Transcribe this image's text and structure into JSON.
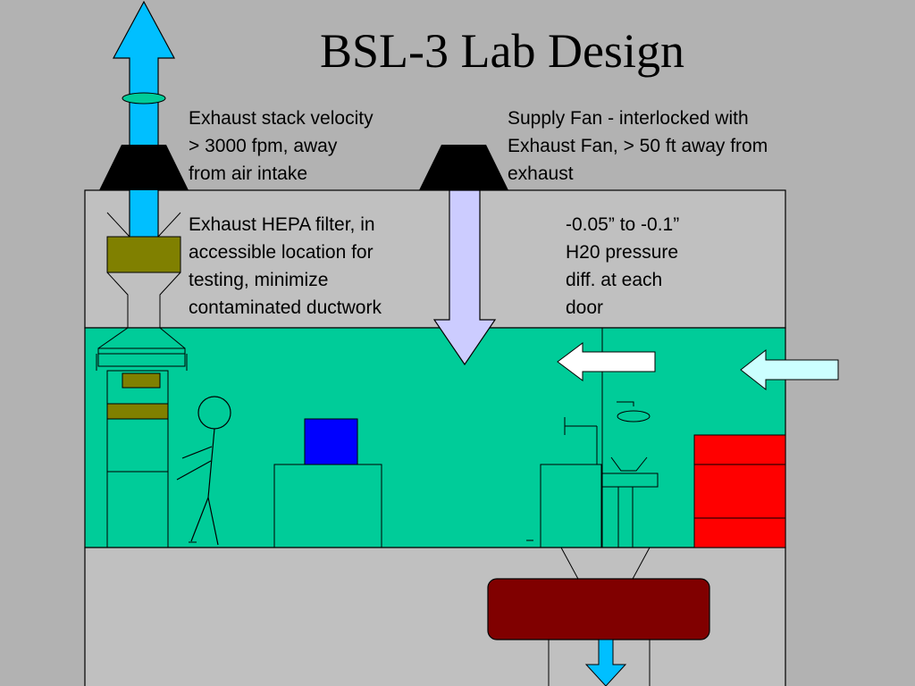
{
  "title": "BSL-3 Lab Design",
  "notes": {
    "exhaust_stack": "Exhaust stack velocity\n> 3000 fpm, away\nfrom air intake",
    "supply_fan": "Supply Fan - interlocked with\nExhaust Fan, > 50 ft away from\nexhaust",
    "hepa": "Exhaust HEPA filter, in\naccessible location for\ntesting, minimize\ncontaminated ductwork",
    "pressure": "-0.05” to -0.1”\nH20 pressure\ndiff. at each\ndoor"
  },
  "colors": {
    "background": "#b2b2b2",
    "lab_room": "#00cc99",
    "interstitial_space": "#c0c0c0",
    "exhaust_arrow": "#00bfff",
    "supply_arrow": "#ccccff",
    "hepa_filter": "#808000",
    "airflow_arrow_inner": "#ffffff",
    "airflow_arrow_outer": "#ccffff",
    "storage_cabinet": "#ff0000",
    "monitor": "#0000ff",
    "drain_tank": "#800000"
  }
}
